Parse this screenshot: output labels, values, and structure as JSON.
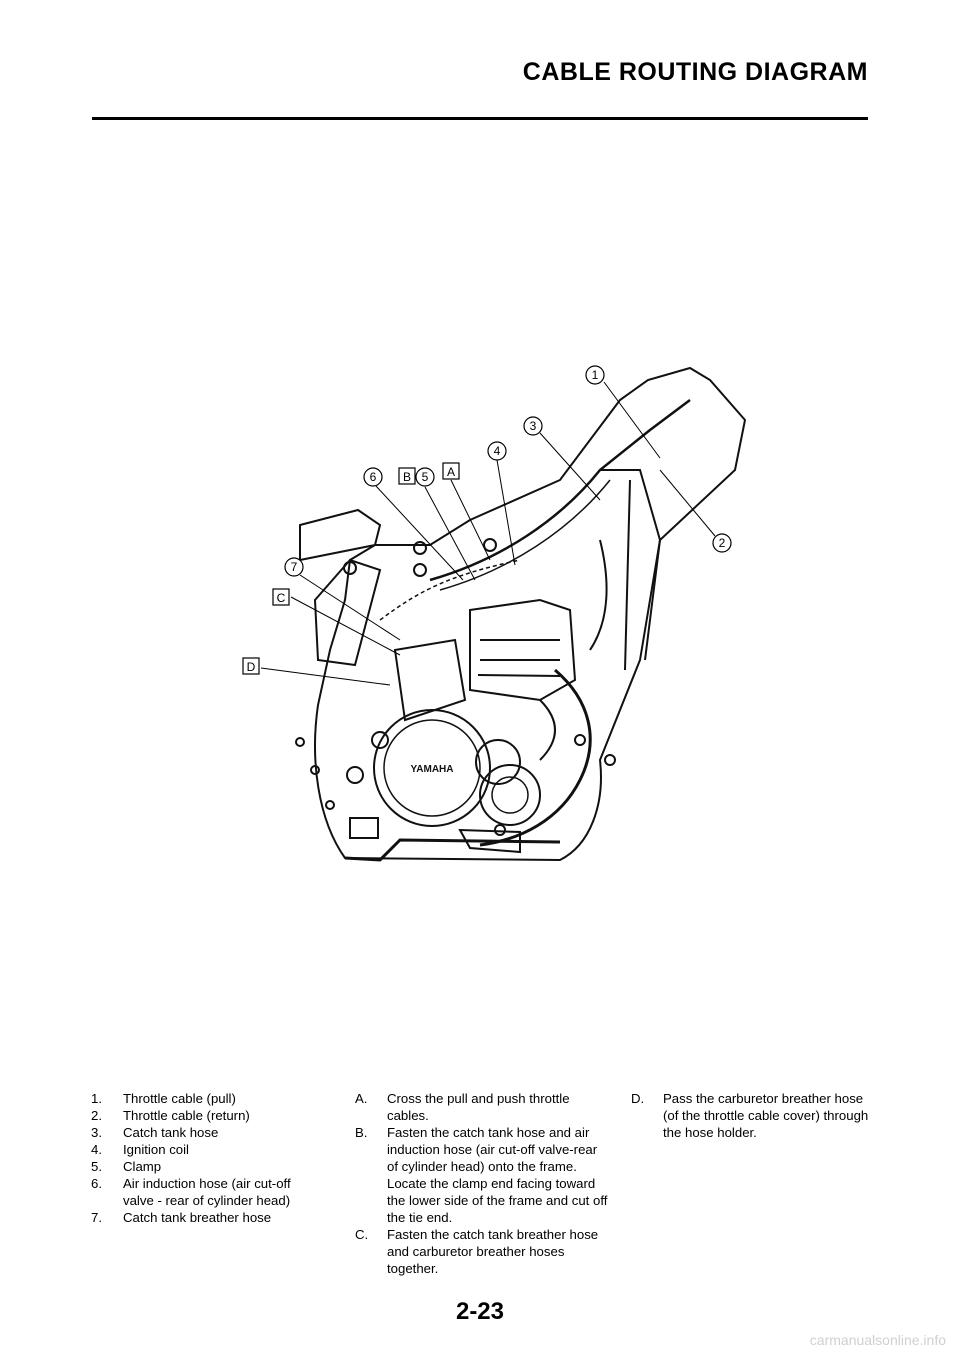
{
  "header": {
    "title": "CABLE ROUTING DIAGRAM"
  },
  "diagram": {
    "callouts_numbered": [
      "1",
      "2",
      "3",
      "4",
      "5",
      "6",
      "7"
    ],
    "callouts_lettered": [
      "A",
      "B",
      "C",
      "D"
    ],
    "logo_text": "YAMAHA"
  },
  "legend": {
    "numbered": [
      {
        "num": "1.",
        "text": "Throttle cable (pull)"
      },
      {
        "num": "2.",
        "text": "Throttle cable (return)"
      },
      {
        "num": "3.",
        "text": "Catch tank hose"
      },
      {
        "num": "4.",
        "text": "Ignition coil"
      },
      {
        "num": "5.",
        "text": "Clamp"
      },
      {
        "num": "6.",
        "text": "Air induction hose (air cut-off valve - rear of cylinder head)"
      },
      {
        "num": "7.",
        "text": "Catch tank breather hose"
      }
    ],
    "lettered_col2": [
      {
        "num": "A.",
        "text": "Cross the pull and push throttle cables."
      },
      {
        "num": "B.",
        "text": "Fasten the catch tank hose and air induction hose (air cut-off valve-rear of cylinder head) onto the frame. Locate the clamp end facing toward the lower side of the frame and cut off the tie end."
      },
      {
        "num": "C.",
        "text": "Fasten the catch tank breather hose and carburetor breather hoses together."
      }
    ],
    "lettered_col3": [
      {
        "num": "D.",
        "text": "Pass the carburetor breather hose (of the throttle cable cover) through the hose holder."
      }
    ]
  },
  "footer": {
    "page_number": "2-23",
    "watermark": "carmanualsonline.info"
  }
}
